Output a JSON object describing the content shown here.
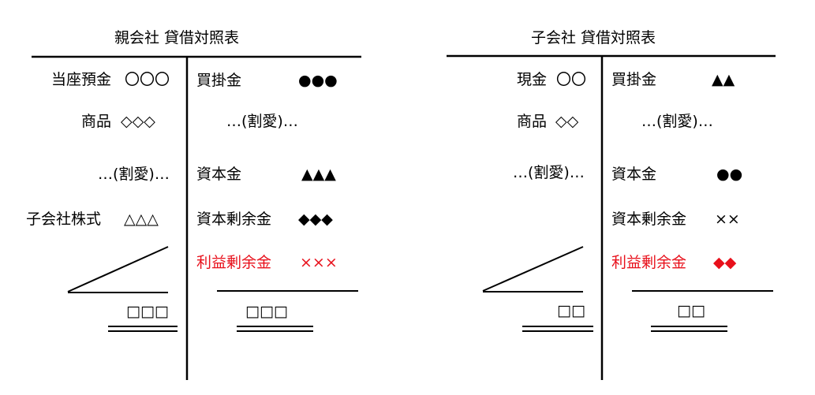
{
  "colors": {
    "text": "#000000",
    "highlight": "#e8101b"
  },
  "parent": {
    "title": "親会社 貸借対照表",
    "assets": [
      {
        "label": "当座預金",
        "value": "〇〇〇"
      },
      {
        "label": "商品",
        "value": "◇◇◇"
      },
      {
        "label": "",
        "value": "…(割愛)…"
      },
      {
        "label": "子会社株式",
        "value": "△△△"
      }
    ],
    "liabilities": [
      {
        "label": "買掛金",
        "value": "●●●"
      },
      {
        "label": "",
        "value": "…(割愛)…"
      },
      {
        "label": "資本金",
        "value": "▲▲▲"
      },
      {
        "label": "資本剰余金",
        "value": "◆◆◆"
      },
      {
        "label": "利益剰余金",
        "value": "×××",
        "highlight": true
      }
    ],
    "debit_total": "□□□",
    "credit_total": "□□□"
  },
  "subsidiary": {
    "title": "子会社 貸借対照表",
    "assets": [
      {
        "label": "現金",
        "value": "〇〇"
      },
      {
        "label": "商品",
        "value": "◇◇"
      },
      {
        "label": "",
        "value": "…(割愛)…"
      }
    ],
    "liabilities": [
      {
        "label": "買掛金",
        "value": "▲▲"
      },
      {
        "label": "",
        "value": "…(割愛)…"
      },
      {
        "label": "資本金",
        "value": "●●"
      },
      {
        "label": "資本剰余金",
        "value": "××"
      },
      {
        "label": "利益剰余金",
        "value": "◆◆",
        "highlight": true
      }
    ],
    "debit_total": "□□",
    "credit_total": "□□"
  }
}
